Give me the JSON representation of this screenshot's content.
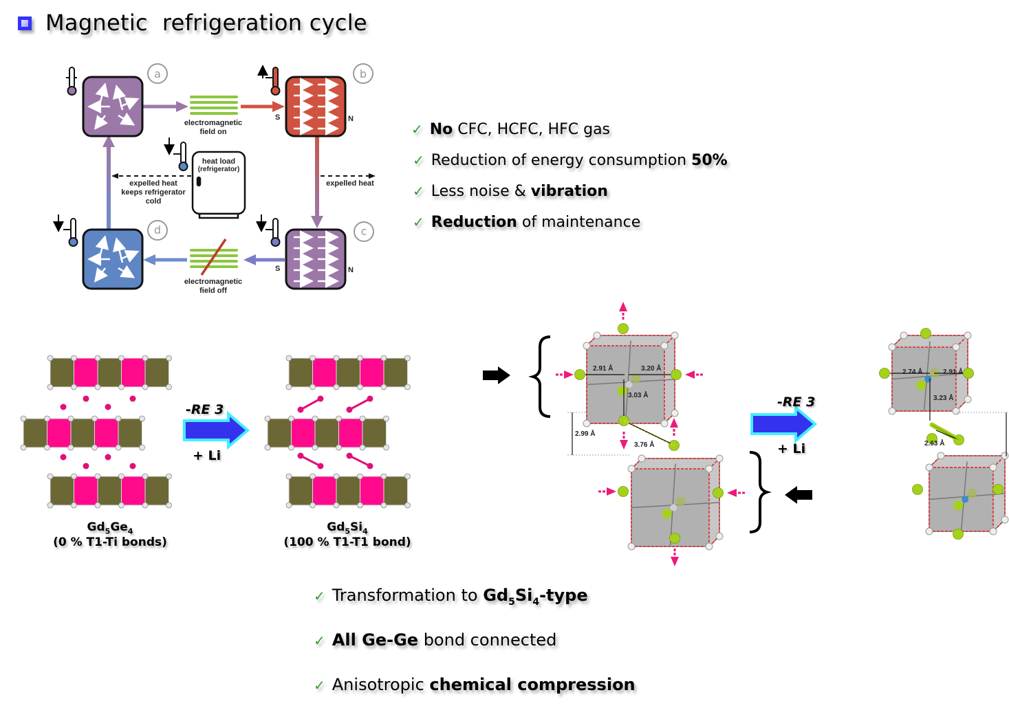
{
  "header": {
    "title": "Magnetic  refrigeration cycle",
    "bullet_icon": "square-bullet-icon",
    "bullet_color": "#3333ff"
  },
  "cycle_diagram": {
    "stages": [
      {
        "id": "a",
        "state": "random spins",
        "color": "#9b78a8",
        "thermometer": "neutral"
      },
      {
        "id": "b",
        "state": "aligned spins",
        "color": "#cf5340",
        "thermometer": "up",
        "pole_s": "S",
        "pole_n": "N"
      },
      {
        "id": "c",
        "state": "aligned spins",
        "color": "#9b78a8",
        "thermometer": "down",
        "pole_s": "S",
        "pole_n": "N"
      },
      {
        "id": "d",
        "state": "random spins",
        "color": "#5f86c4",
        "thermometer": "down"
      }
    ],
    "field_on": {
      "line1": "electromagnetic",
      "line2": "field on"
    },
    "field_off": {
      "line1": "electromagnetic",
      "line2": "field off"
    },
    "heat_load": {
      "line1": "heat load",
      "line2": "(refrigerator)"
    },
    "expelled_left": {
      "line1": "expelled heat",
      "line2": "keeps refrigerator",
      "line3": "cold"
    },
    "expelled_right": "expelled heat",
    "colors": {
      "field_green": "#8cc63f",
      "strike_red": "#c0392b"
    }
  },
  "advantages": [
    {
      "bold": "No",
      "text": " CFC, HCFC, HFC gas",
      "bold_after": ""
    },
    {
      "bold": "",
      "text": "Reduction of energy consumption ",
      "bold_after": "50%"
    },
    {
      "bold": "",
      "text": "Less noise & ",
      "bold_after": "vibration"
    },
    {
      "bold": "Reduction",
      "text": " of maintenance",
      "bold_after": ""
    }
  ],
  "structure_left": {
    "reaction_top": "-RE 3",
    "reaction_bottom": "+ Li",
    "compound_a": {
      "formula_base": "Gd",
      "sub1": "5",
      "formula_mid": "Ge",
      "sub2": "4",
      "note": "(0 % T1-Ti bonds)"
    },
    "compound_b": {
      "formula_base": "Gd",
      "sub1": "5",
      "formula_mid": "Si",
      "sub2": "4",
      "note": "(100 % T1-T1 bond)"
    },
    "colors": {
      "olive": "#6b6836",
      "magenta": "#ff0a8c",
      "arrow_blue": "#3333ee",
      "arrow_outline": "#44eeff"
    }
  },
  "structure_right": {
    "before_distances": {
      "d1": "2.91 Å",
      "d2": "3.20 Å",
      "d3": "3.03 Å",
      "d4": "2.99 Å",
      "d5": "3.76 Å"
    },
    "after_distances": {
      "d1": "2.74 Å",
      "d2": "2.91 Å",
      "d3": "3.23 Å",
      "d4": "2.63 Å"
    },
    "reaction_top": "-RE 3",
    "reaction_bottom": "+ Li"
  },
  "conclusions": [
    {
      "pre": "Transformation to ",
      "bold": "Gd",
      "sub1": "5",
      "bold2": "Si",
      "sub2": "4",
      "bold3": "-type",
      "post": ""
    },
    {
      "pre": "",
      "bold": "All Ge-Ge",
      "post": " bond connected"
    },
    {
      "pre": "Anisotropic ",
      "bold": "chemical compression",
      "post": ""
    }
  ]
}
